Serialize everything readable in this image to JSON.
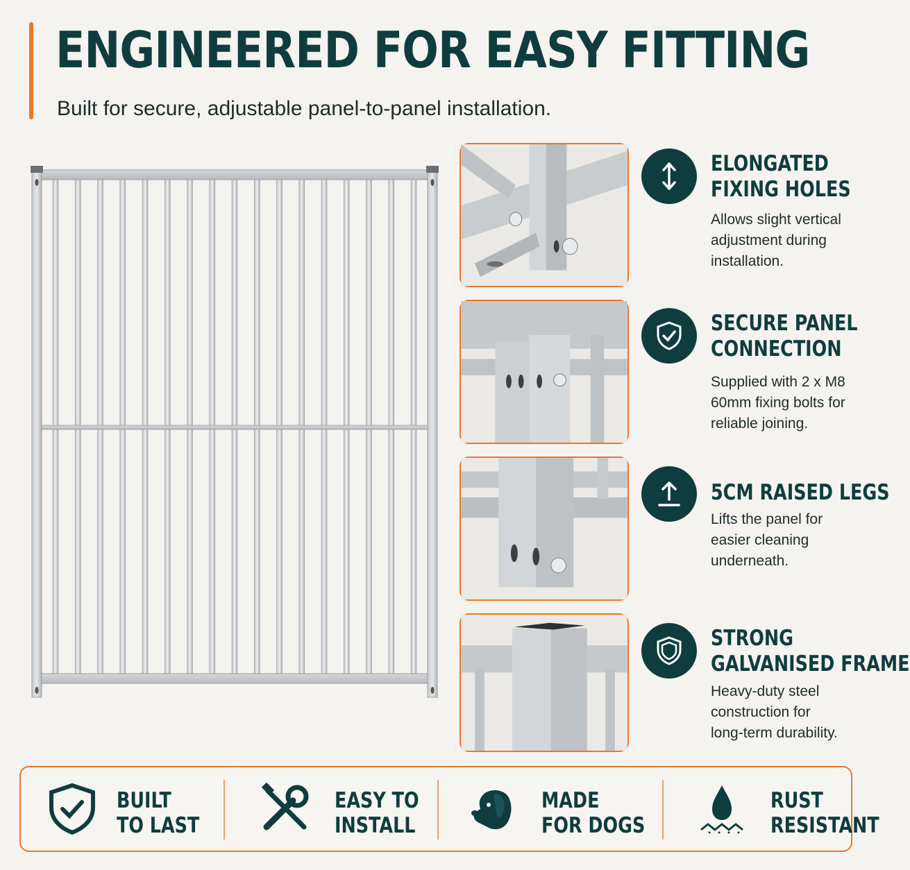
{
  "header": {
    "title": "ENGINEERED FOR EASY FITTING",
    "subtitle": "Built for secure, adjustable panel-to-panel installation."
  },
  "colors": {
    "primary": "#0f3d3e",
    "accent": "#e8782a",
    "background": "#f5f3ef"
  },
  "features": [
    {
      "icon": "vertical-arrows-icon",
      "title_line1": "ELONGATED",
      "title_line2": "FIXING HOLES",
      "desc_line1": "Allows slight vertical",
      "desc_line2": "adjustment during",
      "desc_line3": "installation."
    },
    {
      "icon": "shield-check-icon",
      "title_line1": "SECURE PANEL",
      "title_line2": "CONNECTION",
      "desc_line1": "Supplied with 2 x M8",
      "desc_line2": "60mm fixing bolts for",
      "desc_line3": "reliable joining."
    },
    {
      "icon": "raise-up-icon",
      "title_line1": "5CM RAISED LEGS",
      "title_line2": "",
      "desc_line1": "Lifts the panel for",
      "desc_line2": "easier cleaning",
      "desc_line3": "underneath."
    },
    {
      "icon": "shield-icon",
      "title_line1": "STRONG",
      "title_line2": "GALVANISED FRAME",
      "desc_line1": "Heavy-duty steel",
      "desc_line2": "construction for",
      "desc_line3": "long-term durability."
    }
  ],
  "badges": [
    {
      "icon": "shield-check-outline-icon",
      "line1": "BUILT",
      "line2": "TO LAST"
    },
    {
      "icon": "tools-icon",
      "line1": "EASY TO",
      "line2": "INSTALL"
    },
    {
      "icon": "dog-head-icon",
      "line1": "MADE",
      "line2": "FOR DOGS"
    },
    {
      "icon": "water-drop-icon",
      "line1": "RUST",
      "line2": "RESISTANT"
    }
  ]
}
